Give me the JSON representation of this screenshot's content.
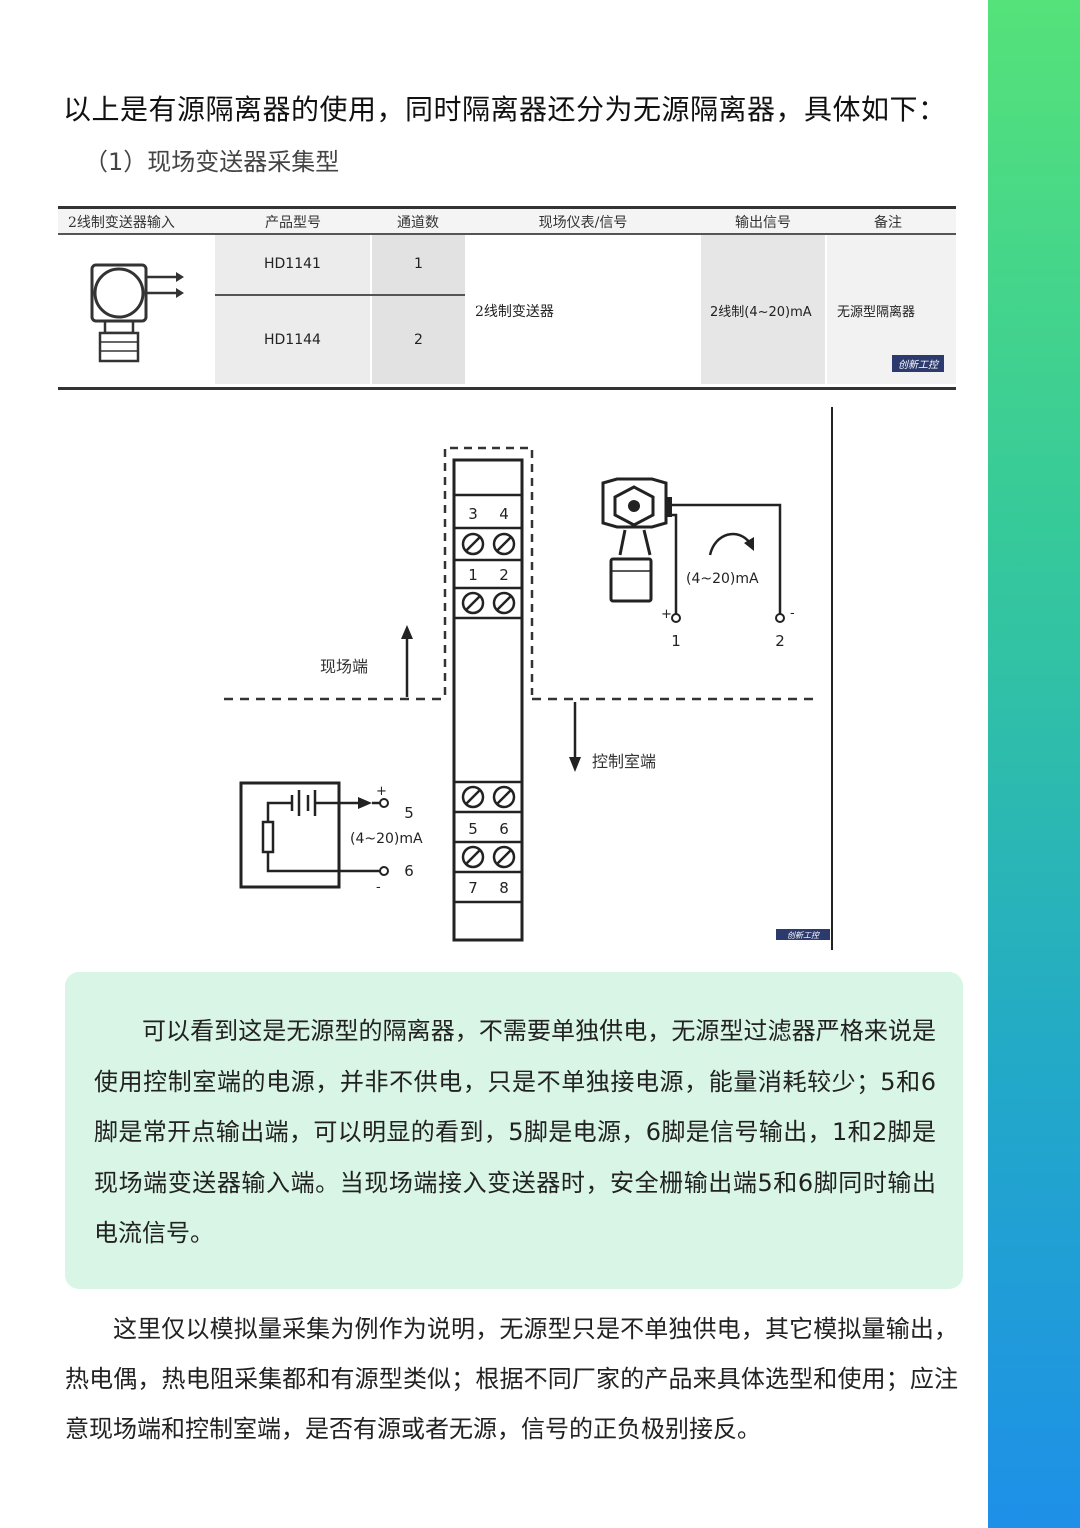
{
  "heading": "以上是有源隔离器的使用，同时隔离器还分为无源隔离器，具体如下：",
  "subheading": "（1）现场变送器采集型",
  "table": {
    "headers": [
      "2线制变送器输入",
      "产品型号",
      "通道数",
      "现场仪表/信号",
      "输出信号",
      "备注"
    ],
    "rows": [
      {
        "model": "HD1141",
        "channels": "1"
      },
      {
        "model": "HD1144",
        "channels": "2"
      }
    ],
    "field_signal": "2线制变送器",
    "output_signal": "2线制(4~20)mA",
    "remark": "无源型隔离器",
    "watermark": "创新工控"
  },
  "diagram": {
    "terminal_labels": [
      "3",
      "4",
      "1",
      "2",
      "5",
      "6",
      "7",
      "8"
    ],
    "field_side_label": "现场端",
    "control_room_label": "控制室端",
    "current_label_top": "(4~20)mA",
    "current_label_bottom": "(4~20)mA",
    "pin_labels": {
      "p1": "1",
      "p2": "2",
      "p5": "5",
      "p6": "6"
    },
    "polarity": {
      "plus": "+",
      "minus": "-"
    },
    "watermark": "创新工控"
  },
  "note": "可以看到这是无源型的隔离器，不需要单独供电，无源型过滤器严格来说是使用控制室端的电源，并非不供电，只是不单独接电源，能量消耗较少；5和6脚是常开点输出端，可以明显的看到，5脚是电源，6脚是信号输出，1和2脚是现场端变送器输入端。当现场端接入变送器时，安全栅输出端5和6脚同时输出电流信号。",
  "body": "这里仅以模拟量采集为例作为说明，无源型只是不单独供电，其它模拟量输出，热电偶，热电阻采集都和有源型类似；根据不同厂家的产品来具体选型和使用；应注意现场端和控制室端，是否有源或者无源，信号的正负极别接反。",
  "colors": {
    "accent_green": "#55e27a",
    "accent_blue": "#1e90e8",
    "note_bg": "#d8f5e6"
  }
}
